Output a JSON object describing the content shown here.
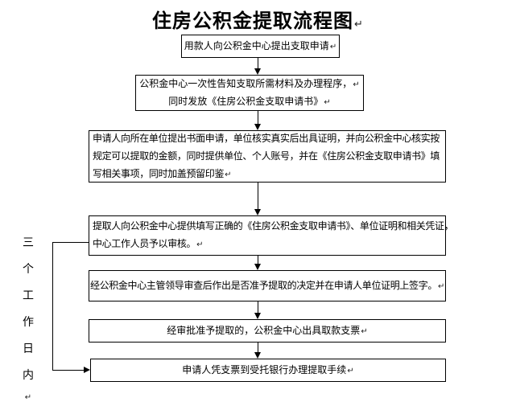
{
  "title": {
    "text": "住房公积金提取流程图",
    "mark": "↵"
  },
  "paragraph_mark": "↵",
  "boxes": [
    {
      "lines": [
        {
          "text": "用款人向公积金中心提出支取申请",
          "mark": "↵"
        }
      ]
    },
    {
      "lines": [
        {
          "text": "公积金中心一次性告知支取所需材料及办理程序，",
          "mark": "↵"
        },
        {
          "text": "同时发放《住房公积金支取申请书》",
          "mark": "↵"
        }
      ]
    },
    {
      "lines": [
        {
          "text": "申请人向所在单位提出书面申请，单位核实真实后出具证明，并向公积金中心核实按",
          "mark": ""
        },
        {
          "text": "规定可以提取的金额，同时提供单位、个人账号，并在《住房公积金支取申请书》填",
          "mark": ""
        },
        {
          "text": "写相关事项，同时加盖预留印鉴",
          "mark": "↵"
        }
      ]
    },
    {
      "lines": [
        {
          "text": "提取人向公积金中心提供填写正确的《住房公积金支取申请书》、单位证明和相关凭证，",
          "mark": ""
        },
        {
          "text": "中心工作人员予以审核。",
          "mark": "↵"
        }
      ]
    },
    {
      "lines": [
        {
          "text": "经公积金中心主管领导审查后作出是否准予提取的决定并在申请人单位证明上签字。",
          "mark": "↵"
        }
      ]
    },
    {
      "lines": [
        {
          "text": "经审批准予提取的，公积金中心出具取款支票",
          "mark": "↵"
        }
      ]
    },
    {
      "lines": [
        {
          "text": "申请人凭支票到受托银行办理提取手续",
          "mark": "↵"
        }
      ]
    }
  ],
  "side_label": {
    "text": "三个工作日内",
    "chars": [
      "三",
      "个",
      "工",
      "作",
      "日",
      "内"
    ],
    "mark": "↵"
  },
  "colors": {
    "line": "#000000",
    "text": "#000000",
    "background": "#ffffff"
  }
}
